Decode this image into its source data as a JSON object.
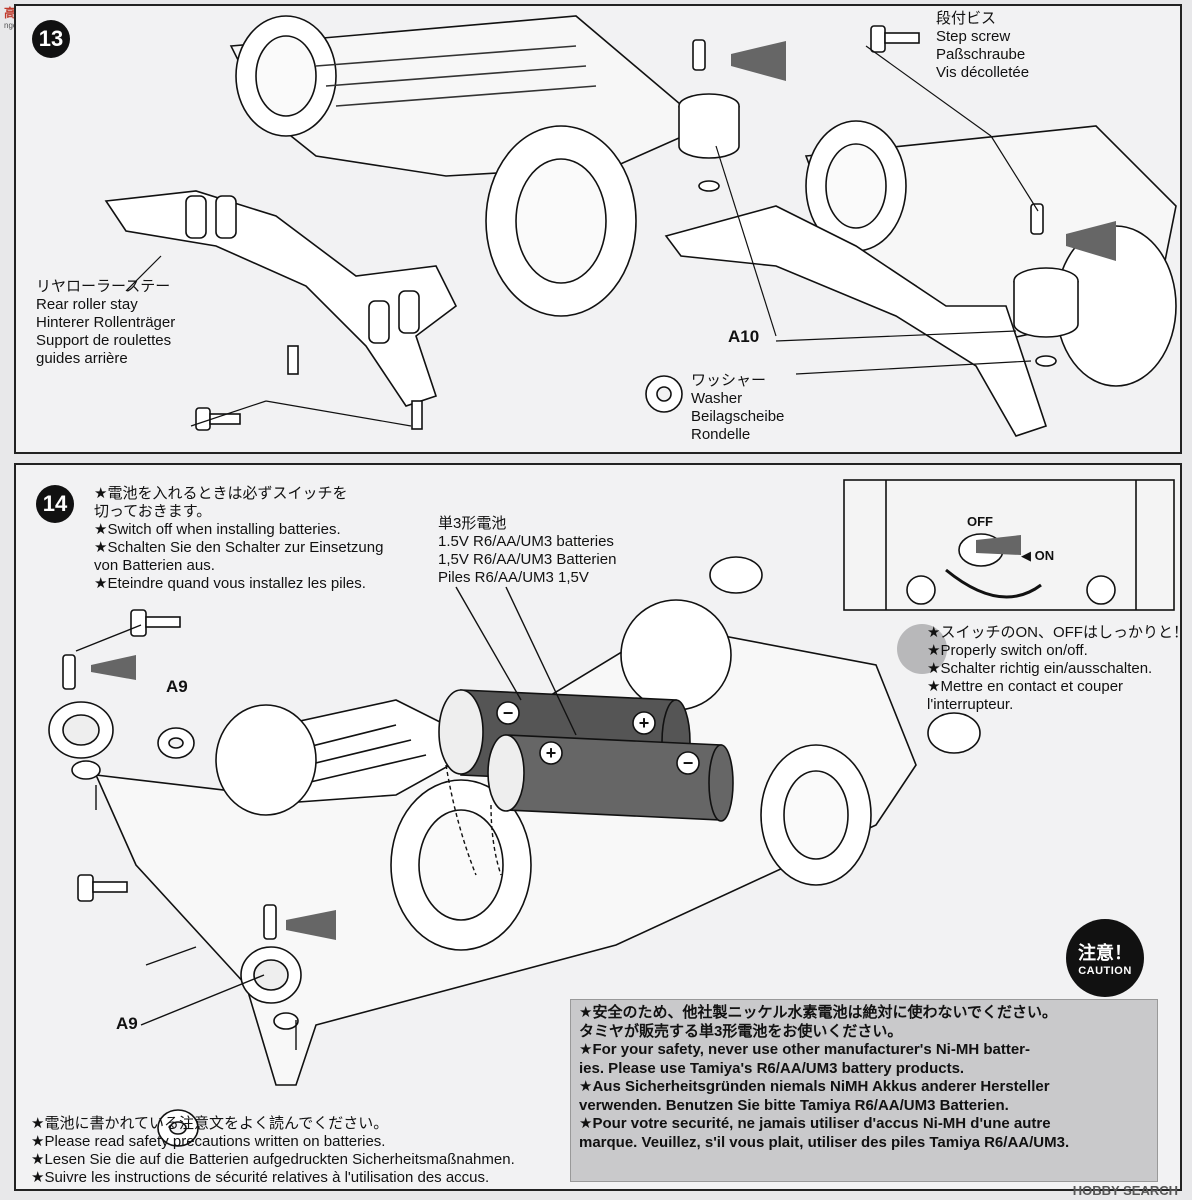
{
  "watermark": {
    "site": "高手网",
    "sub": "ngo.hiswoo.com",
    "right": "HOBBY SEARCH"
  },
  "step13": {
    "number": "13",
    "rear_roller_stay": [
      "リヤローラーステー",
      "Rear roller stay",
      "Hinterer Rollenträger",
      "Support de roulettes",
      "guides arrière"
    ],
    "step_screw": [
      "段付ビス",
      "Step screw",
      "Paßschraube",
      "Vis décolletée"
    ],
    "washer": [
      "ワッシャー",
      "Washer",
      "Beilagscheibe",
      "Rondelle"
    ],
    "part_a10": "A10"
  },
  "step14": {
    "number": "14",
    "switch_notes": [
      "★電池を入れるときは必ずスイッチを",
      "切っておきます。",
      "★Switch off when installing batteries.",
      "★Schalten Sie den Schalter zur Einsetzung",
      "von Batterien aus.",
      "★Eteindre quand vous installez les piles."
    ],
    "battery_label": [
      "単3形電池",
      "1.5V R6/AA/UM3 batteries",
      "1,5V R6/AA/UM3 Batterien",
      "Piles R6/AA/UM3 1,5V"
    ],
    "inset_off": "OFF",
    "inset_on": "◀ ON",
    "properly_notes": [
      "★スイッチのON、OFFはしっかりと！",
      "★Properly switch on/off.",
      "★Schalter richtig ein/ausschalten.",
      "★Mettre en contact et couper",
      "l'interrupteur."
    ],
    "part_a9_top": "A9",
    "part_a9_bottom": "A9",
    "read_notes": [
      "★電池に書かれている注意文をよく読んでください。",
      "★Please read safety precautions written on batteries.",
      "★Lesen Sie die auf die Batterien aufgedruckten Sicherheitsmaßnahmen.",
      "★Suivre les instructions de sécurité relatives à l'utilisation des accus."
    ],
    "caution_jp": "注意！",
    "caution_en": "CAUTION",
    "warning_lines": [
      "★安全のため、他社製ニッケル水素電池は絶対に使わないでください。",
      "タミヤが販売する単3形電池をお使いください。",
      "★For your safety, never use other manufacturer's Ni-MH batter-",
      "ies. Please use Tamiya's R6/AA/UM3 battery products.",
      "★Aus Sicherheitsgründen niemals NiMH Akkus anderer Hersteller",
      "verwenden. Benutzen Sie bitte Tamiya R6/AA/UM3 Batterien.",
      "★Pour votre securité, ne jamais utiliser d'accus Ni-MH d'une autre",
      "marque. Veuillez, s'il vous plait, utiliser des piles Tamiya R6/AA/UM3."
    ],
    "battery_minus": "−",
    "battery_plus": "+"
  }
}
